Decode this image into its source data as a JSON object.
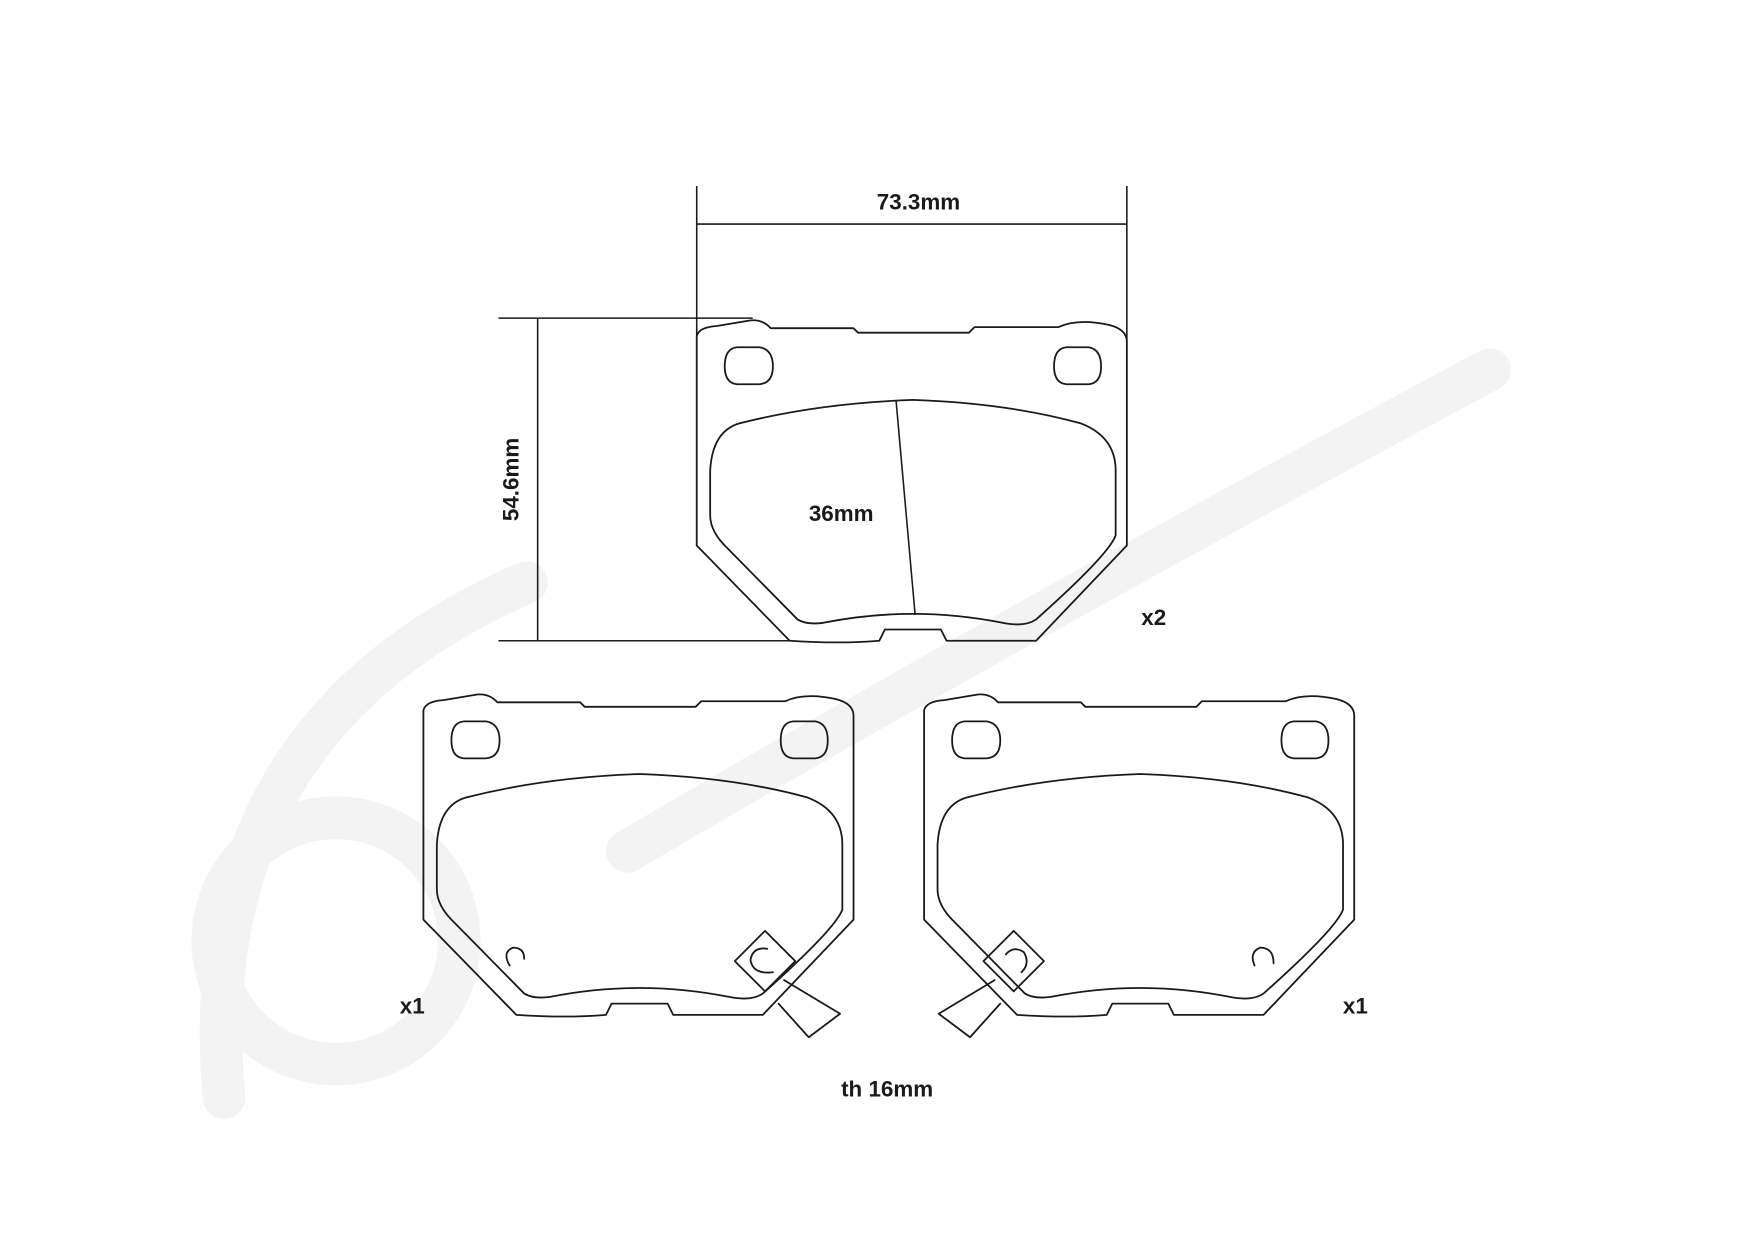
{
  "drawing": {
    "width_label": "73.3mm",
    "height_label": "54.6mm",
    "friction_height_label": "36mm",
    "thickness_label": "th 16mm",
    "pads": [
      {
        "quantity_label": "x2",
        "sensor": false
      },
      {
        "quantity_label": "x1",
        "sensor": true
      },
      {
        "quantity_label": "x1",
        "sensor": true
      }
    ],
    "watermark": "brembo",
    "line_color": "#1a1a1a",
    "watermark_color": "#f3f3f3"
  }
}
